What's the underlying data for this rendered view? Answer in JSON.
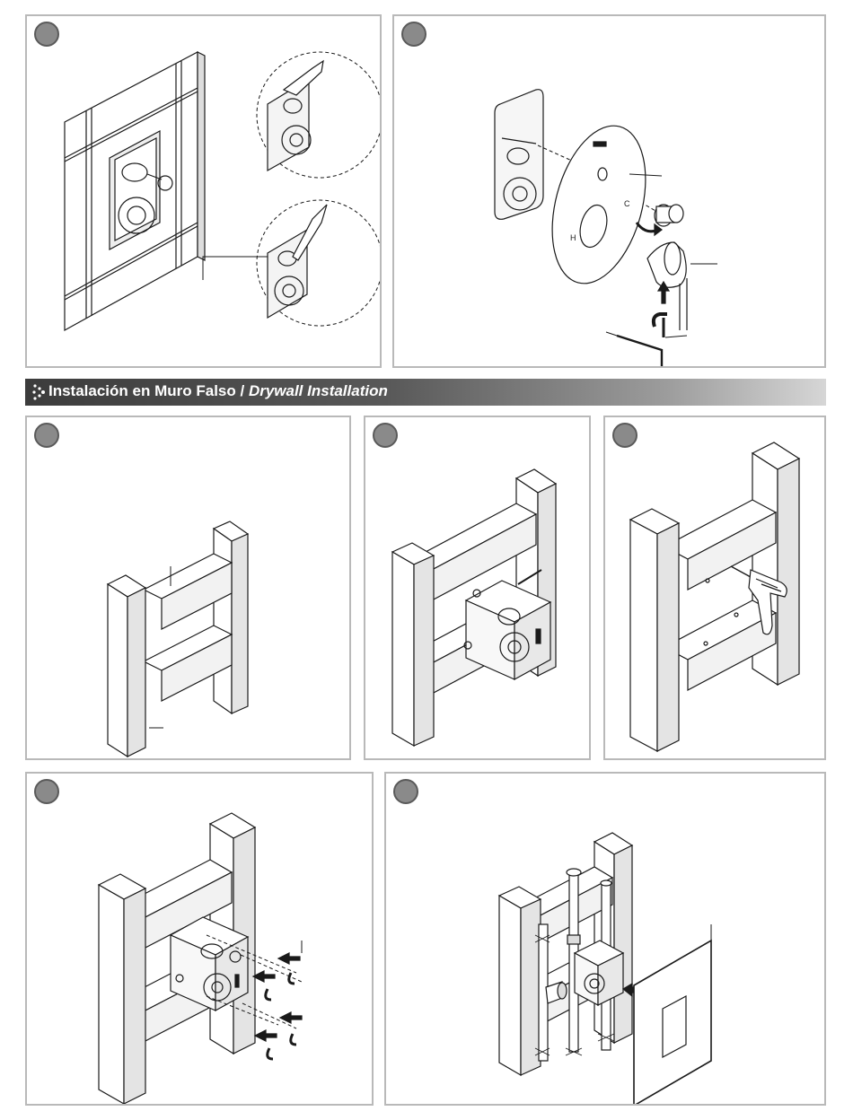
{
  "section": {
    "title_es": "Instalación en Muro Falso",
    "separator": " / ",
    "title_en": "Drywall Installation"
  },
  "panels": [
    {
      "name": "wall-tile-sealing-step"
    },
    {
      "name": "trim-plate-and-handle-assembly-step"
    },
    {
      "name": "wood-frame-step"
    },
    {
      "name": "valve-placement-step"
    },
    {
      "name": "drill-holes-step"
    },
    {
      "name": "screw-valve-to-frame-step"
    },
    {
      "name": "piping-and-drywall-step"
    }
  ],
  "trim_plate": {
    "label_c": "C",
    "label_h": "H"
  },
  "colors": {
    "line": "#1a1a1a",
    "step_dot": "#8a8a8a",
    "panel_border": "#b9b9b9"
  }
}
